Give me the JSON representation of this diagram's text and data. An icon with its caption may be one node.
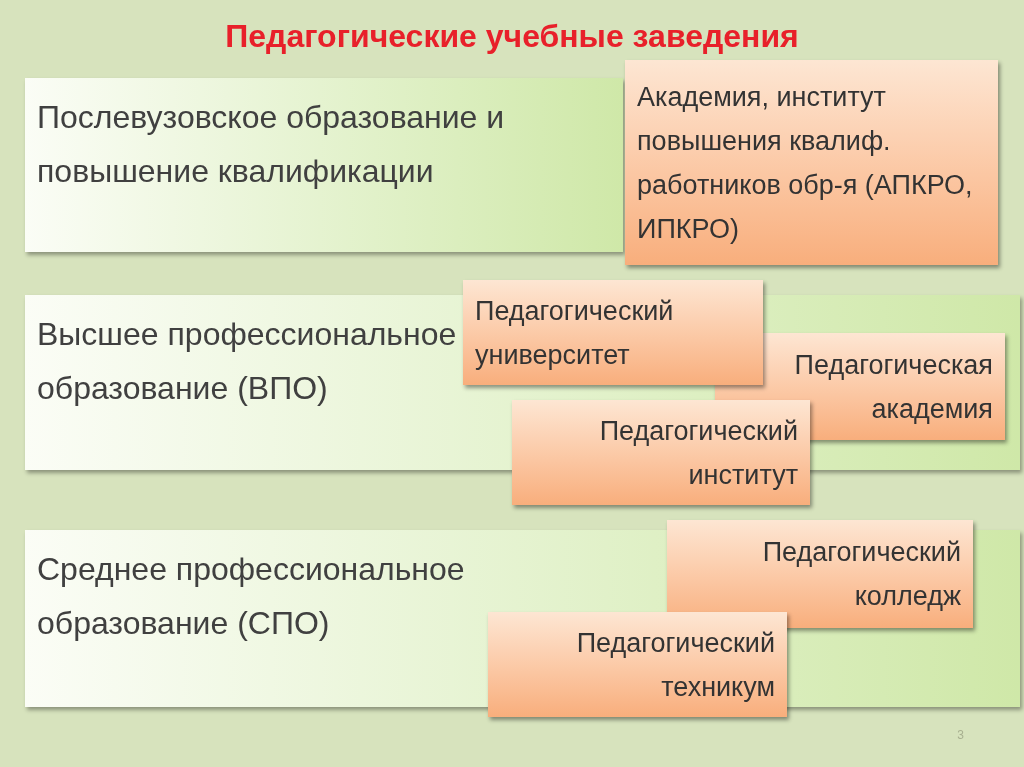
{
  "diagram": {
    "title": "Педагогические учебные заведения",
    "nodes": [
      {
        "text": [
          "Послевузовское образование и повышение квалификации"
        ]
      },
      {
        "text": [
          "Академия, институт повышения квалиф. работников обр-я (АПКРО, ИПКРО)"
        ]
      },
      {
        "text": [
          "Высшее профессиональное образование (ВПО)"
        ]
      },
      {
        "text": [
          "Педагогический университет"
        ]
      },
      {
        "text": [
          "Педагогическая академия"
        ],
        "in": 2
      },
      {
        "text": [
          "Педагогический институт"
        ]
      },
      {
        "text": [
          "Среднее профессиональное образование (СПО)"
        ]
      },
      {
        "text": [
          "Педагогический колледж"
        ]
      },
      {
        "text": [
          "Педагогический техникум"
        ]
      }
    ],
    "labels": [
      "3"
    ]
  }
}
